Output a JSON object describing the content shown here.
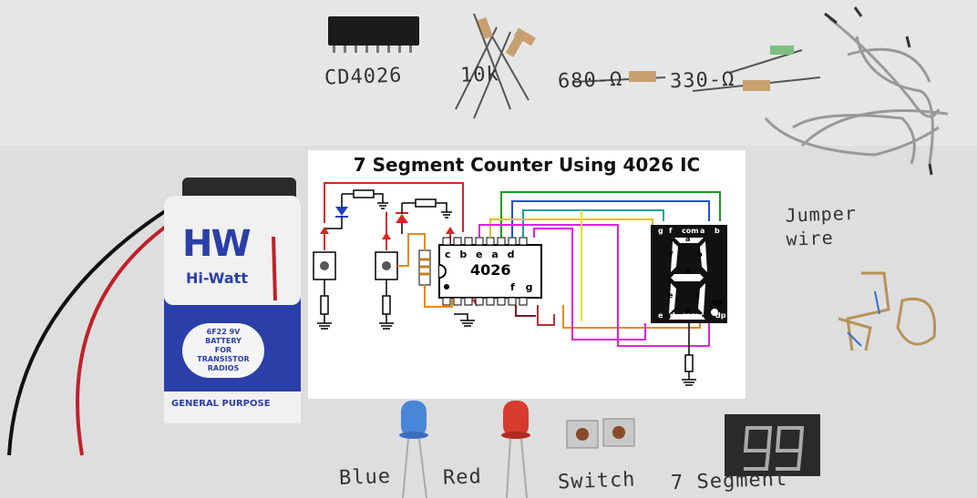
{
  "labels": {
    "cd4026": "CD4026",
    "r10k": "10k",
    "r680": "680-Ω",
    "r330": "330-Ω",
    "jumper": "Jumper wire",
    "blue": "Blue",
    "red": "Red",
    "switch": "Switch",
    "seven_segment": "7 Segment"
  },
  "battery": {
    "logo": "HW",
    "brand": "Hi-Watt",
    "type": "6F22 9V",
    "line1": "BATTERY",
    "line2": "FOR",
    "line3": "TRANSISTOR",
    "line4": "RADIOS",
    "footer": "GENERAL PURPOSE"
  },
  "schematic": {
    "title": "7 Segment Counter Using  4026 IC",
    "ic_label": "4026",
    "top_pins": "c b e a d",
    "bottom_pins": "f g",
    "display_top_pins": [
      "g",
      "f",
      "com",
      "a",
      "b"
    ],
    "display_bottom_pins": [
      "e",
      "d",
      "com",
      "c",
      "dp"
    ],
    "display_segments": [
      "a",
      "b",
      "c",
      "d",
      "e",
      "f",
      "g",
      "dp"
    ]
  }
}
